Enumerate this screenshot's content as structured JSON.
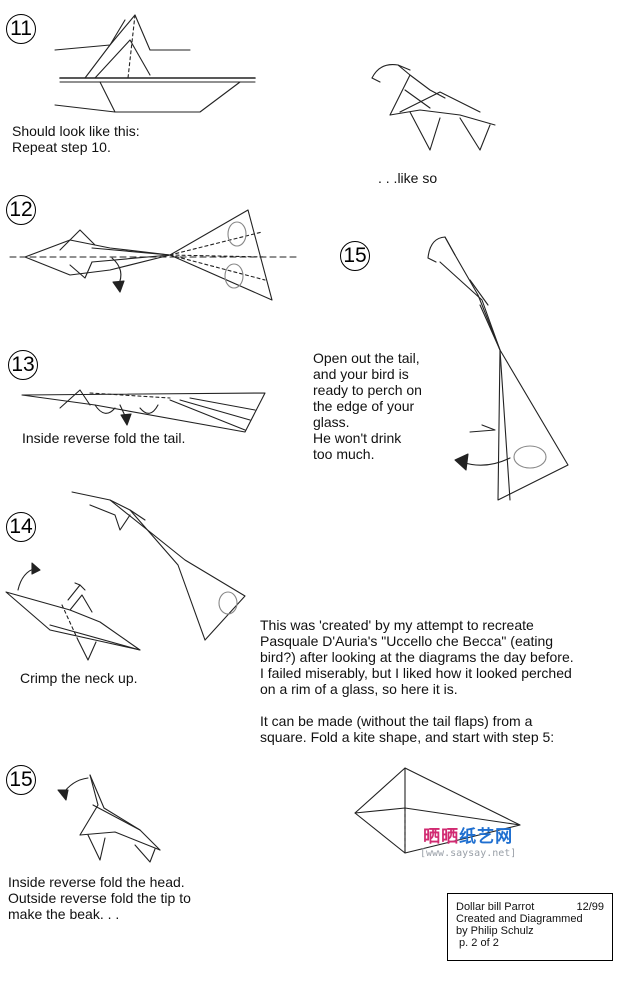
{
  "steps": {
    "s11": "11",
    "s12": "12",
    "s13": "13",
    "s14": "14",
    "s15a": "15",
    "s15b": "15"
  },
  "captions": {
    "step11": "Should look like this:\nRepeat step 10.",
    "like_so": ". . .like so",
    "step13": "Inside reverse fold the tail.",
    "step15_tail": "Open out the tail,\nand your bird is\nready to perch on\nthe edge of your\nglass.\n He won't drink\ntoo much.",
    "step14": "Crimp the neck up.",
    "notes_1": "This was 'created' by my attempt to recreate\nPasquale D'Auria's    \"Uccello che Becca\" (eating\nbird?) after looking at the diagrams the day before.\nI failed miserably, but I liked how it looked perched\non a rim of a glass, so here it is.",
    "notes_2": "It can be made (without the tail flaps) from a\nsquare.  Fold a kite shape, and start with step 5:",
    "step15_head": "Inside reverse fold the head.\nOutside reverse fold the tip to\nmake the beak. . ."
  },
  "credit": {
    "title": "Dollar bill Parrot",
    "date": "12/99",
    "line2": "Created and Diagrammed",
    "line3": "by Philip Schulz",
    "line4": " p. 2 of 2"
  },
  "watermark": {
    "logo_a": "晒晒",
    "logo_b": "纸艺网",
    "url": "[www.saysay.net]"
  },
  "colors": {
    "line": "#222222",
    "logo_pink": "#d12a71",
    "logo_blue": "#1f6fd0",
    "url_gray": "#9aa0a8"
  }
}
